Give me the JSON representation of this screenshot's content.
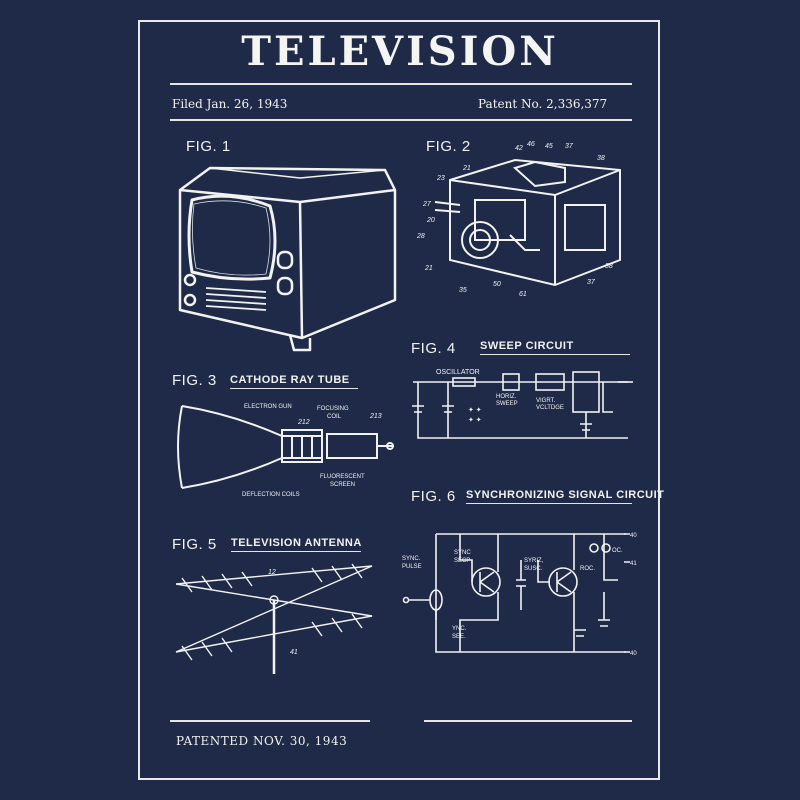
{
  "title": "TELEVISION",
  "filed": "Filed Jan. 26, 1943",
  "patent_no": "Patent No. 2,336,377",
  "footer": "PATENTED NOV. 30, 1943",
  "figures": {
    "fig1": {
      "label": "FIG. 1"
    },
    "fig2": {
      "label": "FIG. 2",
      "parts": [
        "42",
        "46",
        "45",
        "37",
        "38",
        "21",
        "23",
        "27",
        "20",
        "28",
        "21",
        "35",
        "50",
        "61",
        "37",
        "38"
      ]
    },
    "fig3": {
      "label": "FIG. 3",
      "caption": "CATHODE RAY TUBE",
      "electron_gun": "ELECTRON GUN",
      "focusing_coil_1": "FOCUSING",
      "focusing_coil_2": "COIL",
      "n212": "212",
      "n213": "213",
      "fluorescent_1": "FLUORESCENT",
      "fluorescent_2": "SCREEN",
      "deflection": "DEFLECTION COILS"
    },
    "fig4": {
      "label": "FIG. 4",
      "caption": "SWEEP CIRCUIT",
      "oscillator": "OSCILLATOR",
      "horiz_1": "HORIZ.",
      "horiz_2": "SWEEP",
      "vert_1": "VIGRT.",
      "vert_2": "VCLTDGE"
    },
    "fig5": {
      "label": "FIG. 5",
      "caption": "TELEVISION ANTENNA",
      "n12": "12",
      "n41": "41"
    },
    "fig6": {
      "label": "FIG. 6",
      "caption": "SYNCHRONIZING SIGNAL CIRCUIT",
      "sync_pulse_1": "SYNC.",
      "sync_pulse_2": "PULSE",
      "sync_secp_1": "SYNC",
      "sync_secp_2": "SECP",
      "syriz_1": "SYRIZ,",
      "syriz_2": "SUSC.",
      "osc": "OC.",
      "roc": "ROC.",
      "vync_1": "YNC.",
      "vync_2": "SEE.",
      "n40a": "40",
      "n41": "41",
      "n40b": "40"
    }
  },
  "colors": {
    "background": "#1e2a47",
    "ink": "#f2f2f0"
  }
}
